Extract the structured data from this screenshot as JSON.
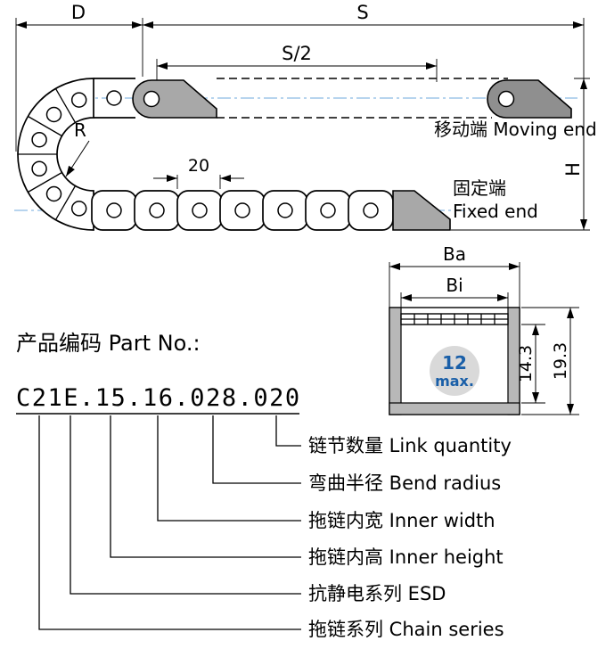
{
  "dims": {
    "d": "D",
    "s": "S",
    "s_half": "S/2",
    "r": "R",
    "h": "H",
    "pitch": "20",
    "ba": "Ba",
    "bi": "Bi",
    "inner_height": "14.3",
    "outer_height": "19.3"
  },
  "chain": {
    "moving_end": "移动端 Moving end",
    "fixed_end_cn": "固定端",
    "fixed_end_en": "Fixed end"
  },
  "cross_section": {
    "max_value": "12",
    "max_label": "max."
  },
  "part_number": {
    "heading": "产品编码 Part No.:",
    "code": "C21E.15.16.028.020"
  },
  "legend": [
    "链节数量 Link quantity",
    "弯曲半径 Bend radius",
    "拖链内宽 Inner width",
    "拖链内高 Inner height",
    "抗静电系列 ESD",
    "拖链系列 Chain series"
  ],
  "colors": {
    "accent_blue": "#1a5fa8",
    "centerline": "#6fa8dc",
    "bracket_gray": "#a8a8a8",
    "bracket_gray_dark": "#8f8f8f",
    "section_gray": "#b8b8b8",
    "circle_gray": "#d9d9d9"
  }
}
